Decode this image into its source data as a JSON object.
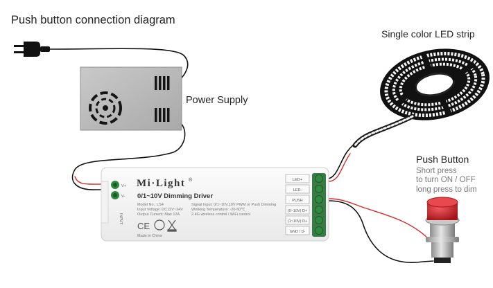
{
  "title": "Push button connection diagram",
  "power_supply_label": "Power Supply",
  "led_strip_label": "Single color LED strip",
  "push_button": {
    "label": "Push Button",
    "notes": [
      "Short press",
      "to turn ON / OFF",
      "long press to dim"
    ]
  },
  "controller": {
    "brand": "Mi·Light",
    "registered": "®",
    "model_title": "0/1~10V Dimming Driver",
    "spec_left": [
      "Model No.: LS4",
      "Input Voltage: DC12V~24V",
      "Output Current: Max 12A"
    ],
    "spec_right": [
      "Signal Input: 0/1~10V,10V PWM or Push Dimming",
      "Working Temperature: -20-60℃",
      "2.4G wireless control / WiFi control"
    ],
    "input_terminals": [
      "V+",
      "V-"
    ],
    "input_label": "INPUT",
    "output_terminals": [
      "LED+",
      "LED-",
      "PUSH",
      "(0~10V) D+",
      "(1~10V) D+",
      "GND / D-"
    ],
    "made_in": "Made in China",
    "ce_mark": "CE"
  },
  "colors": {
    "wire": "#111111",
    "red_wire": "#d62a2a",
    "button_red": "#d8262c",
    "terminal_green": "#2f8a3f",
    "psu_gray": "#b7b7b7"
  }
}
